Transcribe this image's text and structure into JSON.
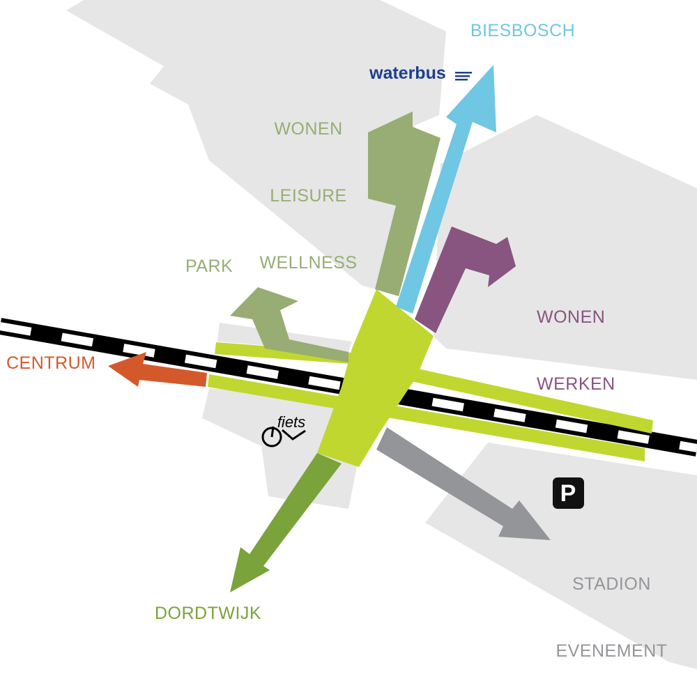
{
  "labels": {
    "biesbosch": "BIESBOSCH",
    "wonen_leisure": [
      "WONEN",
      "LEISURE",
      "WELLNESS"
    ],
    "park": "PARK",
    "wonen_werken": [
      "WONEN",
      "WERKEN"
    ],
    "centrum": "CENTRUM",
    "stadion": [
      "STADION",
      "EVENEMENT"
    ],
    "dordtwijk": "DORDTWIJK"
  },
  "logos": {
    "waterbus": "waterbus",
    "fiets": "fiets",
    "parking": "P"
  },
  "colors": {
    "block": "#e6e6e6",
    "hub": "#c0d72f",
    "olive": "#97ad73",
    "blue": "#6fc7e3",
    "purple": "#87557f",
    "orange": "#d4592a",
    "green": "#7aa33b",
    "grey": "#939598",
    "navy": "#1e3f8a"
  }
}
